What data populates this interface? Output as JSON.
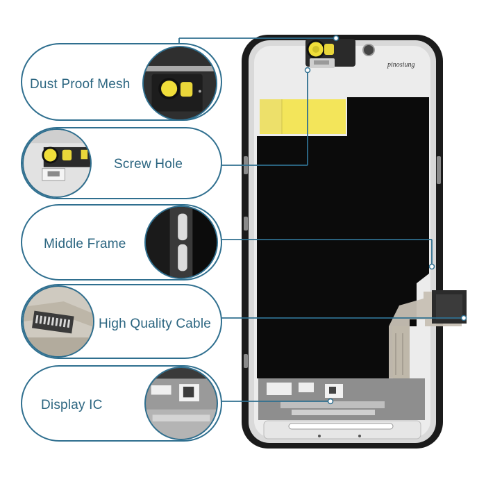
{
  "features": [
    {
      "id": "dust-proof-mesh",
      "label": "Dust Proof Mesh"
    },
    {
      "id": "screw-hole",
      "label": "Screw Hole"
    },
    {
      "id": "middle-frame",
      "label": "Middle Frame"
    },
    {
      "id": "high-quality-cable",
      "label": "High Quality Cable"
    },
    {
      "id": "display-ic",
      "label": "Display IC"
    }
  ],
  "phone": {
    "brand_text": "pinosiung"
  },
  "colors": {
    "accent": "#2f6f8f",
    "label": "#2b6580",
    "bezel": "#1a1a1a",
    "panel_black": "#0a0a0a",
    "sticker_yellow": "#f3e55a"
  }
}
